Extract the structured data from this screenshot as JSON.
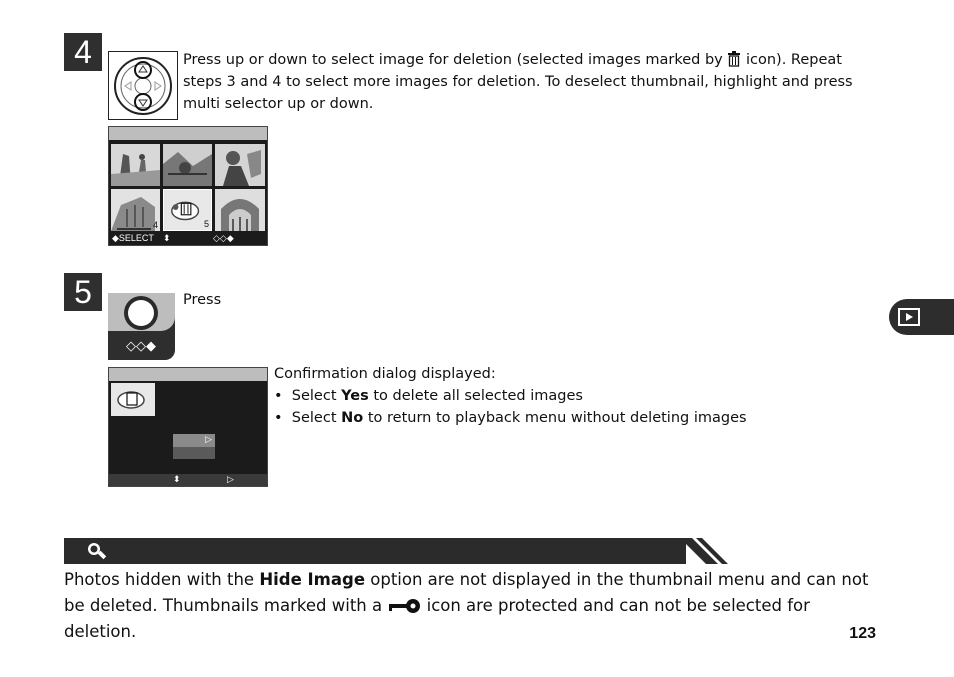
{
  "step4": {
    "number": "4",
    "text_part1": "Press up or down to select image for deletion (selected images marked by",
    "text_part2": "icon).  Repeat steps 3 and 4 to select more images for deletion. To deselect thumbnail, highlight and press multi selector up or down.",
    "screen_footer_left": "◆SELECT",
    "thumb_numbers": [
      "4",
      "5"
    ]
  },
  "step5": {
    "number": "5",
    "press_text": "Press",
    "confirm_title": "Confirmation dialog displayed:",
    "bullet1_pre": "Select ",
    "bullet1_bold": "Yes",
    "bullet1_post": " to delete all selected images",
    "bullet2_pre": "Select ",
    "bullet2_bold": "No",
    "bullet2_post": " to return to playback menu without deleting images"
  },
  "tip": {
    "text_pre": "Photos hidden with the ",
    "text_bold": "Hide Image",
    "text_mid": " option are not displayed in the thumbnail menu and can not be deleted. Thumbnails marked with a ",
    "text_post": " icon are protected and can not be selected for deletion."
  },
  "page_number": "123",
  "icons": [
    "multi-selector-icon",
    "trash-icon",
    "shutter-button-icon",
    "delete-symbol-icon",
    "magnifier-tip-icon",
    "key-icon",
    "playback-icon"
  ]
}
